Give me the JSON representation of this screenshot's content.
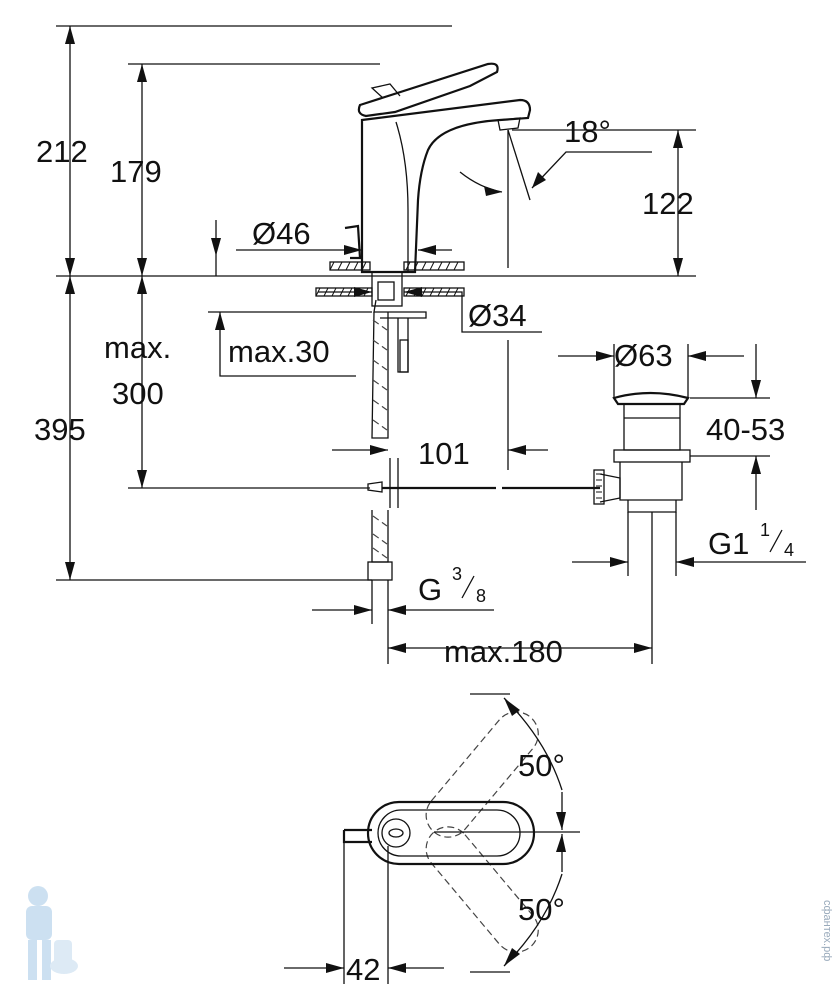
{
  "dimensions": {
    "total_height": "212",
    "spout_height": "179",
    "outlet_height": "122",
    "spout_angle": "18°",
    "base_diameter": "Ø46",
    "hole_diameter": "Ø34",
    "max_deck_thickness": "max.30",
    "hose_max_1": "max.",
    "hose_max_2": "300",
    "below_deck": "395",
    "projection": "101",
    "waste_diameter": "Ø63",
    "waste_range": "40-53",
    "waste_thread_main": "G1",
    "waste_thread_num": "1",
    "waste_thread_den": "4",
    "supply_thread_main": "G",
    "supply_thread_num": "3",
    "supply_thread_den": "8",
    "max_waste_distance": "max.180",
    "rotation_top": "50°",
    "rotation_bottom": "50°",
    "handle_offset": "42"
  },
  "watermark": "сфантех.рф"
}
